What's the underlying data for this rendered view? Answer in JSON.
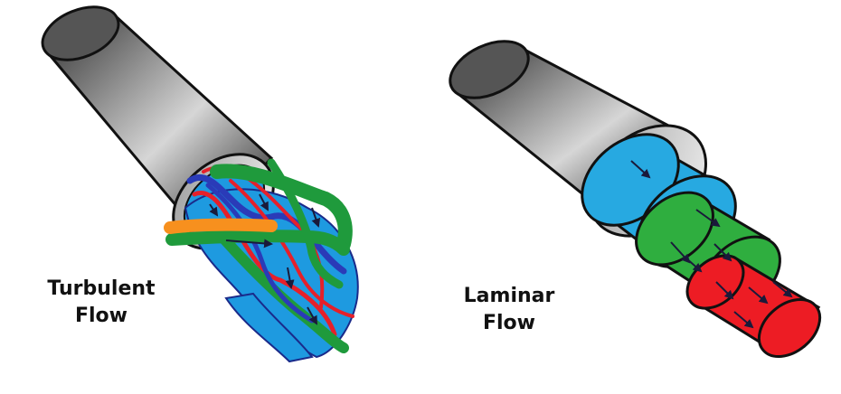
{
  "turbulent": {
    "label_line1": "Turbulent",
    "label_line2": "Flow",
    "colors": {
      "blue": "#1e9ae0",
      "green": "#1f9a3c",
      "red": "#e6202a",
      "orange": "#f7901e",
      "navy": "#2a3bb8"
    }
  },
  "laminar": {
    "label_line1": "Laminar",
    "label_line2": "Flow",
    "colors": {
      "blue": "#27a9e1",
      "green": "#2fae3f",
      "red": "#ed1c24"
    }
  },
  "pipe": {
    "color_dark": "#3b3b3b",
    "color_light": "#c8c8c8",
    "rim": "#e8e8e8"
  }
}
